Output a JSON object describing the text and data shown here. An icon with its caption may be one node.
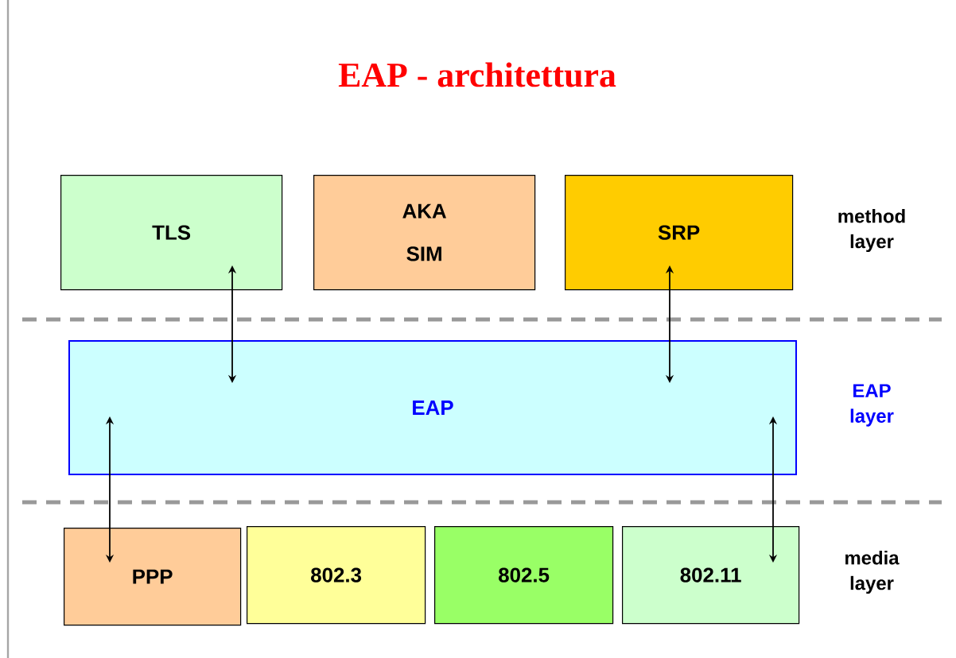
{
  "diagram": {
    "title": "EAP -  architettura",
    "nodes": [
      {
        "text": [
          "TLS"
        ]
      },
      {
        "text": [
          "AKA SIM"
        ]
      },
      {
        "text": [
          "SRP"
        ]
      },
      {
        "text": [
          "EAP"
        ]
      },
      {
        "text": [
          "PPP"
        ]
      },
      {
        "text": [
          "802.3"
        ]
      },
      {
        "text": [
          "802.5"
        ]
      },
      {
        "text": [
          "802.11"
        ]
      }
    ],
    "edges": [
      {
        "from": 0,
        "to": 3,
        "arrow": "both"
      },
      {
        "from": 2,
        "to": 3,
        "arrow": "both"
      },
      {
        "from": 3,
        "to": 4,
        "arrow": "both"
      },
      {
        "from": 3,
        "to": 7,
        "arrow": "both"
      }
    ],
    "labels": [
      "method layer",
      "EAP layer",
      "media layer"
    ]
  }
}
